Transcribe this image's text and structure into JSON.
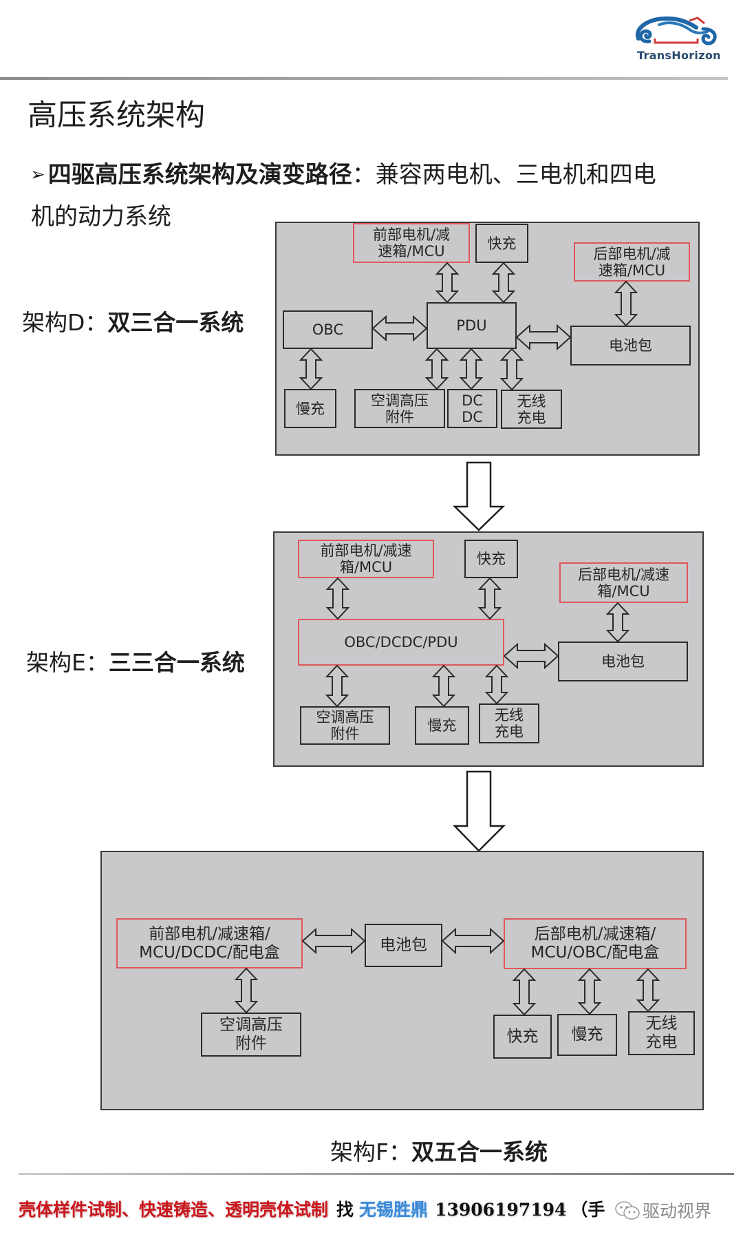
{
  "header": {
    "logo_text": "TransHorizon",
    "logo_icon": "car-swirl-logo"
  },
  "title": "高压系统架构",
  "bullet": {
    "marker": "➢",
    "bold": "四驱高压系统架构及演变路径",
    "rest_line1": "：兼容两电机、三电机和四电",
    "rest_line2": "机的动力系统"
  },
  "architectures": [
    {
      "id": "D",
      "label_prefix": "架构D：",
      "label_bold": "双三合一系统",
      "boxes": {
        "front_motor": {
          "lines": [
            "前部电机/减",
            "速箱/MCU"
          ],
          "highlighted": true
        },
        "fast_charge": {
          "lines": [
            "快充"
          ],
          "highlighted": false
        },
        "rear_motor": {
          "lines": [
            "后部电机/减",
            "速箱/MCU"
          ],
          "highlighted": true
        },
        "obc": {
          "lines": [
            "OBC"
          ],
          "highlighted": false
        },
        "pdu": {
          "lines": [
            "PDU"
          ],
          "highlighted": false
        },
        "battery": {
          "lines": [
            "电池包"
          ],
          "highlighted": false
        },
        "slow_charge": {
          "lines": [
            "慢充"
          ],
          "highlighted": false
        },
        "ac_hv": {
          "lines": [
            "空调高压",
            "附件"
          ],
          "highlighted": false
        },
        "dcdc": {
          "lines": [
            "DC",
            "DC"
          ],
          "highlighted": false
        },
        "wireless": {
          "lines": [
            "无线",
            "充电"
          ],
          "highlighted": false
        }
      }
    },
    {
      "id": "E",
      "label_prefix": "架构E：",
      "label_bold": "三三合一系统",
      "boxes": {
        "front_motor": {
          "lines": [
            "前部电机/减速",
            "箱/MCU"
          ],
          "highlighted": true
        },
        "fast_charge": {
          "lines": [
            "快充"
          ],
          "highlighted": false
        },
        "rear_motor": {
          "lines": [
            "后部电机/减速",
            "箱/MCU"
          ],
          "highlighted": true
        },
        "obc_dcdc_pdu": {
          "lines": [
            "OBC/DCDC/PDU"
          ],
          "highlighted": true
        },
        "battery": {
          "lines": [
            "电池包"
          ],
          "highlighted": false
        },
        "ac_hv": {
          "lines": [
            "空调高压",
            "附件"
          ],
          "highlighted": false
        },
        "slow_charge": {
          "lines": [
            "慢充"
          ],
          "highlighted": false
        },
        "wireless": {
          "lines": [
            "无线",
            "充电"
          ],
          "highlighted": false
        }
      }
    },
    {
      "id": "F",
      "label_prefix": "架构F：",
      "label_bold": "双五合一系统",
      "boxes": {
        "front_unit": {
          "lines": [
            "前部电机/减速箱/",
            "MCU/DCDC/配电盒"
          ],
          "highlighted": true
        },
        "battery": {
          "lines": [
            "电池包"
          ],
          "highlighted": false
        },
        "rear_unit": {
          "lines": [
            "后部电机/减速箱/",
            "MCU/OBC/配电盒"
          ],
          "highlighted": true
        },
        "ac_hv": {
          "lines": [
            "空调高压",
            "附件"
          ],
          "highlighted": false
        },
        "fast_charge": {
          "lines": [
            "快充"
          ],
          "highlighted": false
        },
        "slow_charge": {
          "lines": [
            "慢充"
          ],
          "highlighted": false
        },
        "wireless": {
          "lines": [
            "无线",
            "充电"
          ],
          "highlighted": false
        }
      }
    }
  ],
  "footer": {
    "services": "壳体样件试制、快速铸造、透明壳体试制",
    "find": "找",
    "company": "无锡胜鼎",
    "phone": "13906197194",
    "phone_note_visible": "（手"
  },
  "watermark": {
    "icon": "wechat-icon",
    "text": "驱动视界"
  },
  "colors": {
    "highlight_border": "#e0575a",
    "diagram_background": "#c9c9cb",
    "footer_red": "#c9161c",
    "footer_blue": "#3a87d4"
  }
}
